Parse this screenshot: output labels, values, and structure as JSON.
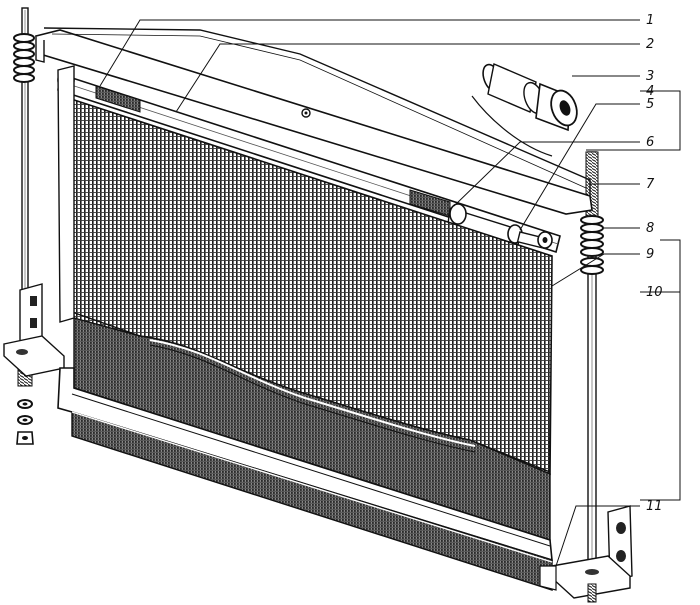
{
  "figure": {
    "callouts": [
      {
        "id": "1",
        "label": "1"
      },
      {
        "id": "2",
        "label": "2"
      },
      {
        "id": "3",
        "label": "3"
      },
      {
        "id": "4",
        "label": "4"
      },
      {
        "id": "5",
        "label": "5"
      },
      {
        "id": "6",
        "label": "6"
      },
      {
        "id": "7",
        "label": "7"
      },
      {
        "id": "8",
        "label": "8"
      },
      {
        "id": "9",
        "label": "9"
      },
      {
        "id": "10",
        "label": "10"
      },
      {
        "id": "11",
        "label": "11"
      }
    ]
  }
}
